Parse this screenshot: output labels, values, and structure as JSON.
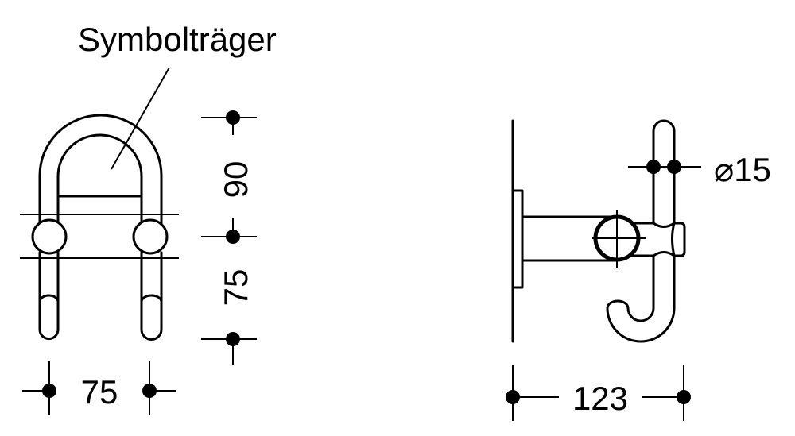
{
  "labels": {
    "part_label": "Symbolträger",
    "height_upper": "90",
    "height_lower": "75",
    "width": "75",
    "depth": "123",
    "diameter": "⌀15"
  }
}
